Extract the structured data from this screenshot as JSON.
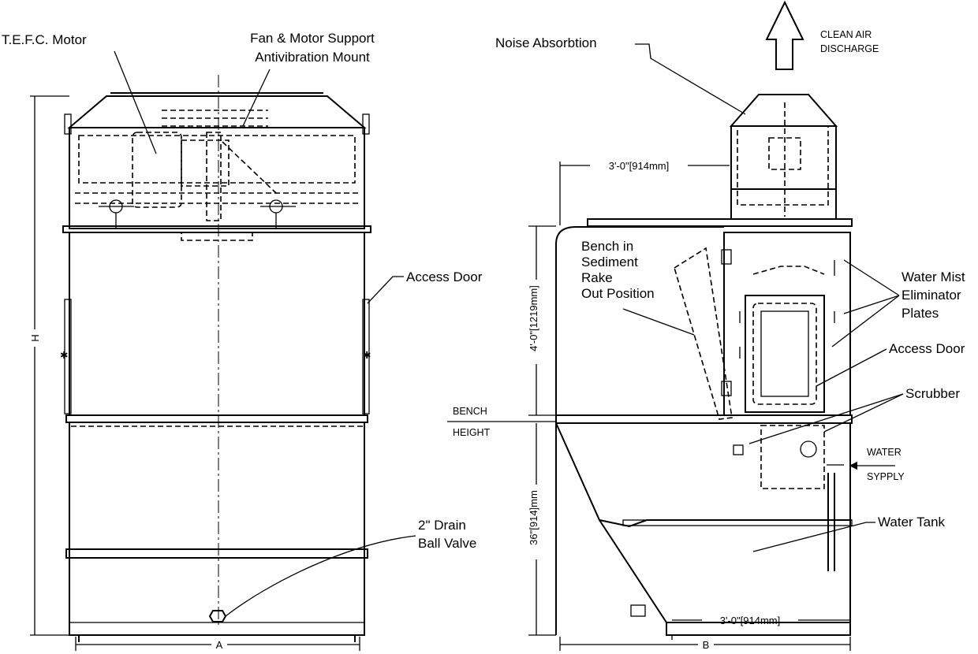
{
  "left_view": {
    "motor_label": "T.E.F.C. Motor",
    "fan_support_line1": "Fan & Motor Support",
    "fan_support_line2": "Antivibration Mount",
    "access_door_label": "Access Door",
    "drain_line1": "2\" Drain",
    "drain_line2": "Ball Valve",
    "dim_height": "H",
    "dim_width": "A"
  },
  "right_view": {
    "noise_label": "Noise Absorbtion",
    "clean_air_line1": "CLEAN AIR",
    "clean_air_line2": "DISCHARGE",
    "dim_top_width": "3'-0\"[914mm]",
    "bench_line1": "Bench in",
    "bench_line2": "Sediment",
    "bench_line3": "Rake",
    "bench_line4": "Out Position",
    "mist_line1": "Water Mist",
    "mist_line2": "Eliminator",
    "mist_line3": "Plates",
    "access_door_label": "Access Door",
    "scrubber_label": "Scrubber",
    "bench_height_line1": "BENCH",
    "bench_height_line2": "HEIGHT",
    "water_line1": "WATER",
    "water_line2": "SYPPLY",
    "water_tank_label": "Water Tank",
    "dim_upper": "4'-0\"[1219mm]",
    "dim_lower": "36\"[914]mm",
    "dim_base_width": "3'-0\"[914mm]",
    "dim_overall": "B"
  }
}
